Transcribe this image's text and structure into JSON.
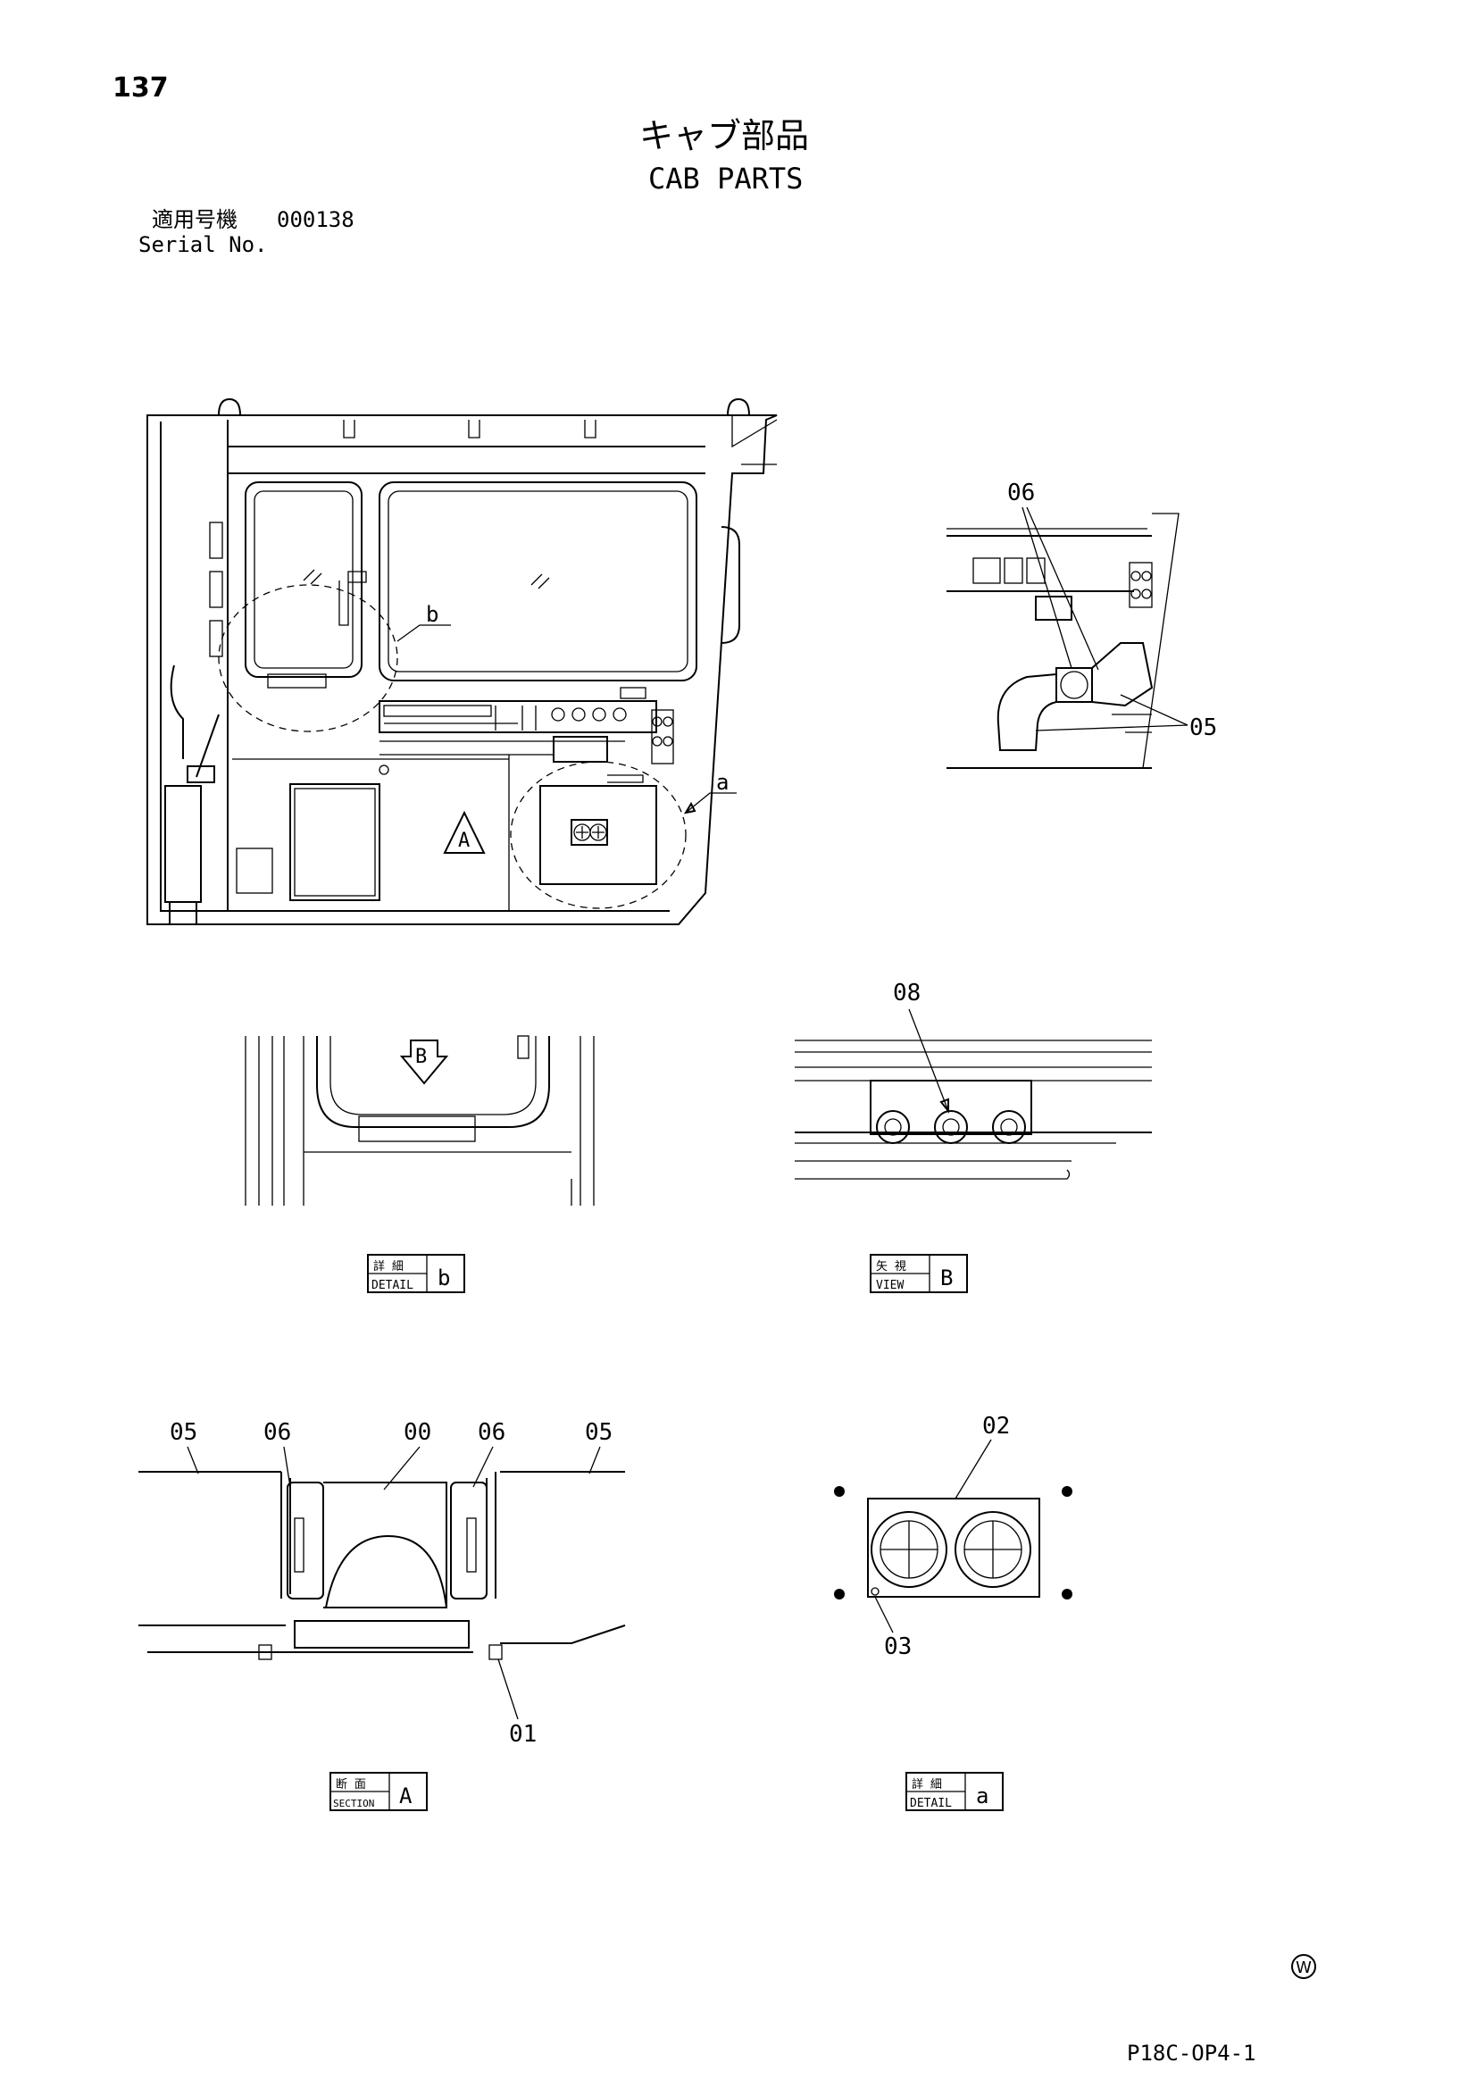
{
  "header": {
    "page_number": "137",
    "title_ja": "キャブ部品",
    "title_en": "CAB PARTS",
    "serial_label_ja": "適用号機",
    "serial_number": "000138",
    "serial_label_en": "Serial No."
  },
  "callouts": {
    "c06": "06",
    "c05": "05",
    "c08": "08",
    "c00": "00",
    "c01": "01",
    "c02": "02",
    "c03": "03",
    "detail_a_marker": "a",
    "detail_b_marker": "b",
    "section_a_marker": "A",
    "view_b_marker": "B"
  },
  "labels": {
    "detail_b": {
      "ja": "詳 細",
      "en": "DETAIL",
      "letter": "b"
    },
    "view_b": {
      "ja": "矢 視",
      "en": "VIEW",
      "letter": "B"
    },
    "section_a": {
      "ja": "断 面",
      "en": "SECTION",
      "letter": "A"
    },
    "detail_a": {
      "ja": "詳 細",
      "en": "DETAIL",
      "letter": "a"
    }
  },
  "footer": {
    "sheet_code": "P18C-OP4-1",
    "mark": "W"
  }
}
